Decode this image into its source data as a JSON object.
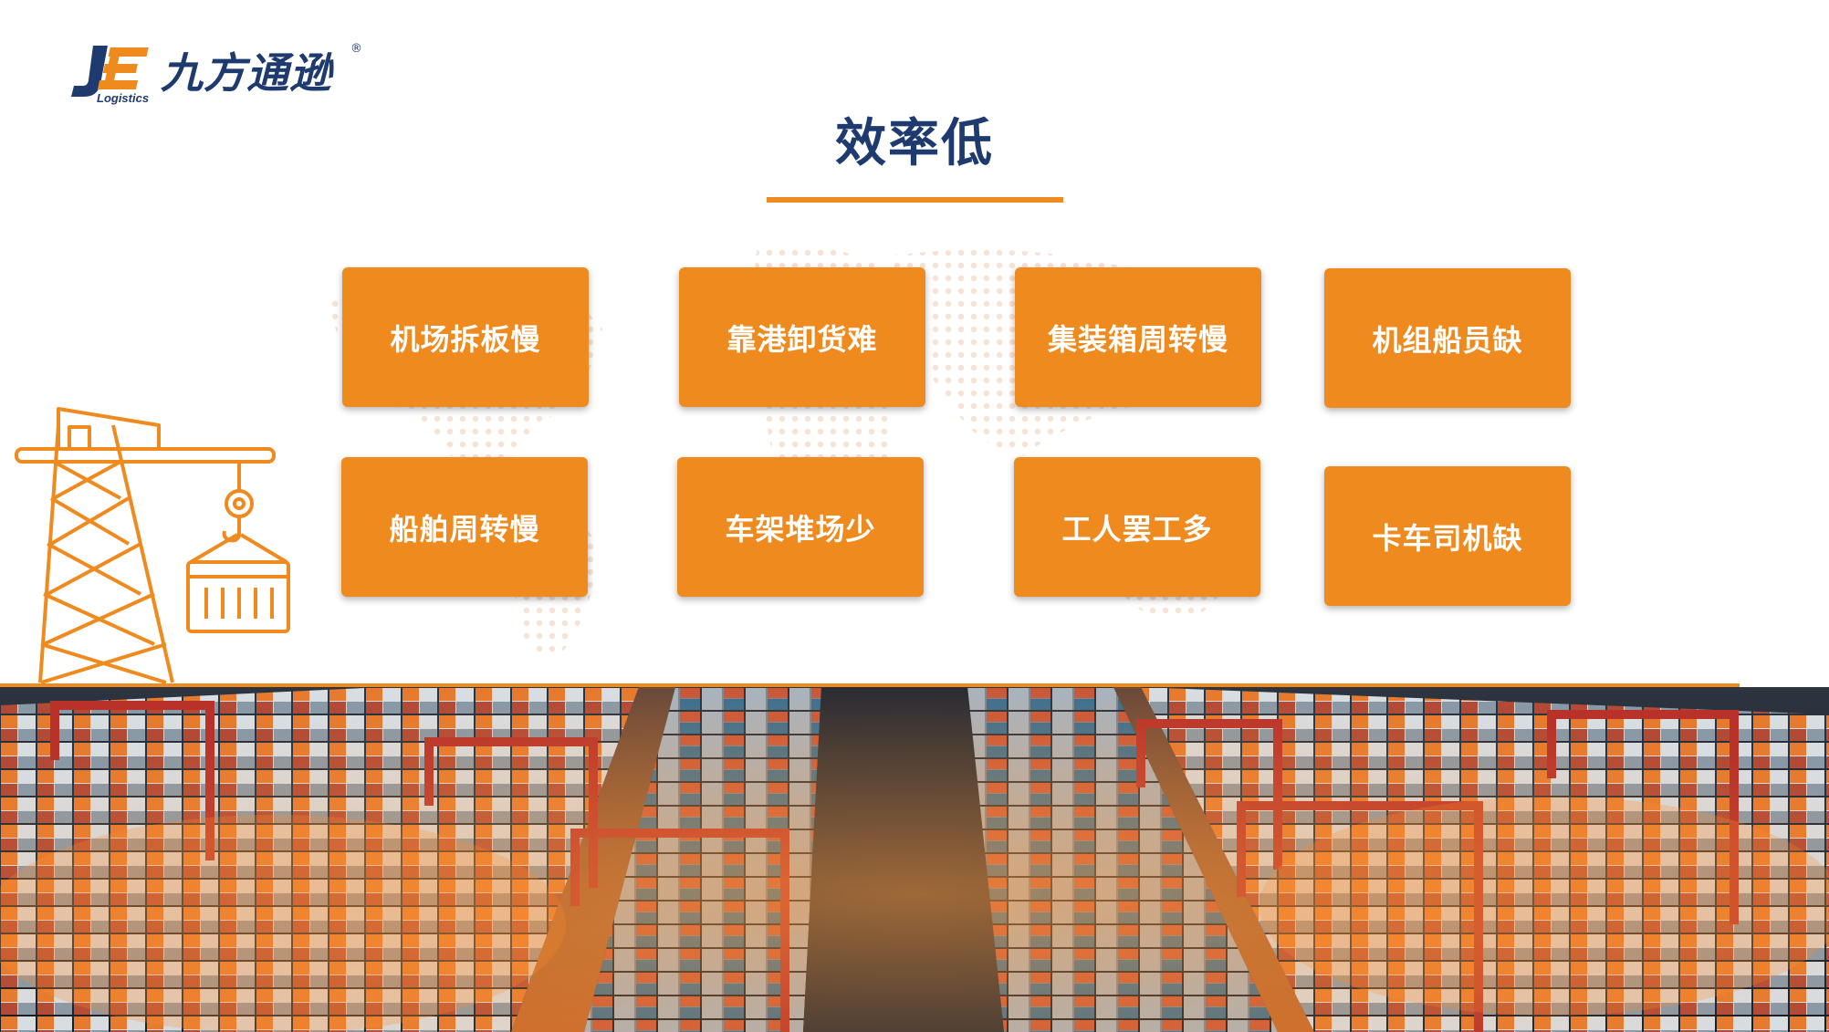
{
  "logo": {
    "mark": "JE",
    "name": "九方通逊",
    "sub": "Logistics",
    "reg": "®"
  },
  "title": "效率低",
  "cards": [
    {
      "label": "机场拆板慢"
    },
    {
      "label": "靠港卸货难"
    },
    {
      "label": "集装箱周转慢"
    },
    {
      "label": "机组船员缺"
    },
    {
      "label": "船舶周转慢"
    },
    {
      "label": "车架堆场少"
    },
    {
      "label": "工人罢工多"
    },
    {
      "label": "卡车司机缺"
    }
  ],
  "colors": {
    "accent": "#ef8a1f",
    "brand": "#1e3a6e"
  },
  "icons": {
    "crane": "crane-container-icon",
    "background": "world-map-dots",
    "photo": "container-port-aerial-photo"
  }
}
